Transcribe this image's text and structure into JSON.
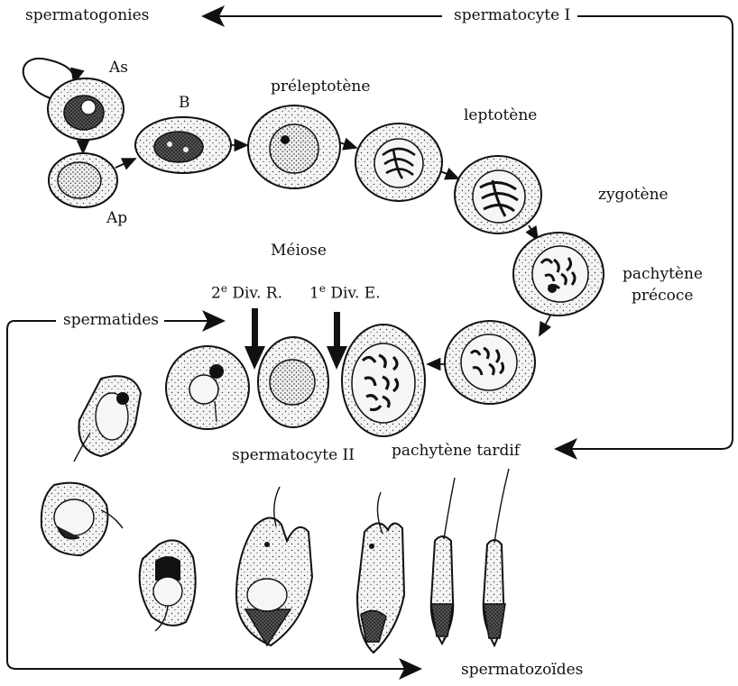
{
  "labels": {
    "spermatogonies": "spermatogonies",
    "spermatocyte_i": "spermatocyte I",
    "as": "As",
    "ap": "Ap",
    "b": "B",
    "preleptotene": "préleptotène",
    "leptotene": "leptotène",
    "zygotene": "zygotène",
    "pachytene_precoce_1": "pachytène",
    "pachytene_precoce_2": "précoce",
    "meiose": "Méiose",
    "div2_sup": "e",
    "div2_num": "2",
    "div2_text": "Div. R.",
    "div1_sup": "e",
    "div1_num": "1",
    "div1_text": "Div. E.",
    "spermatides": "spermatides",
    "spermatocyte_ii": "spermatocyte II",
    "pachytene_tardif": "pachytène tardif",
    "spermatozoides": "spermatozoïdes"
  },
  "colors": {
    "ink": "#111111",
    "cytoplasm": "#f3f3f3",
    "stipple": "#222222",
    "chromatin": "#1a1a1a"
  }
}
